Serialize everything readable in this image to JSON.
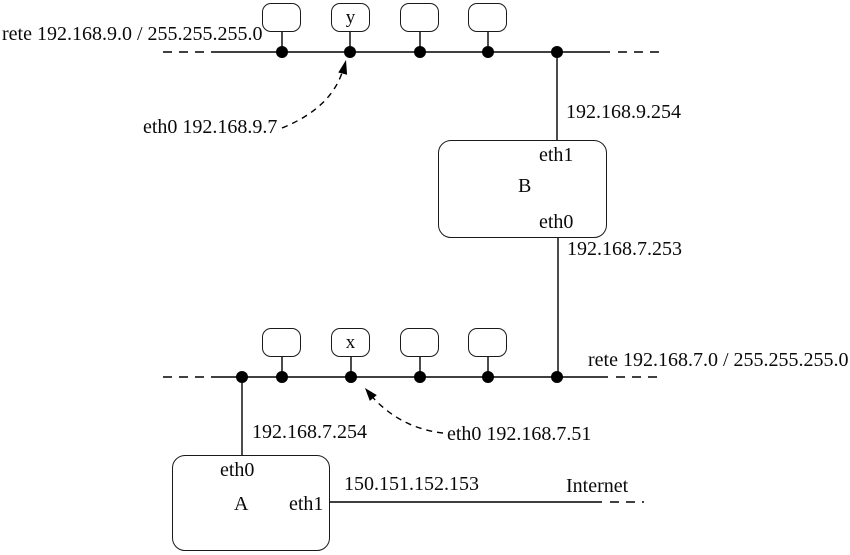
{
  "figure": {
    "background": "#ffffff",
    "ink": "#000000",
    "type": "network-topology-diagram"
  },
  "net9": {
    "label": "rete 192.168.9.0 / 255.255.255.0",
    "hosts": [
      "",
      "y",
      "",
      ""
    ],
    "annotation": "eth0 192.168.9.7",
    "router_if_ip": "192.168.9.254"
  },
  "net7": {
    "label": "rete 192.168.7.0 / 255.255.255.0",
    "hosts": [
      "",
      "x",
      "",
      ""
    ],
    "annotation": "eth0 192.168.7.51",
    "router_b_if_ip": "192.168.7.253",
    "router_a_if_ip": "192.168.7.254"
  },
  "router_b": {
    "name": "B",
    "top_if": "eth1",
    "bottom_if": "eth0"
  },
  "router_a": {
    "name": "A",
    "top_if": "eth0",
    "right_if": "eth1"
  },
  "wan": {
    "ip": "150.151.152.153",
    "label": "Internet"
  }
}
